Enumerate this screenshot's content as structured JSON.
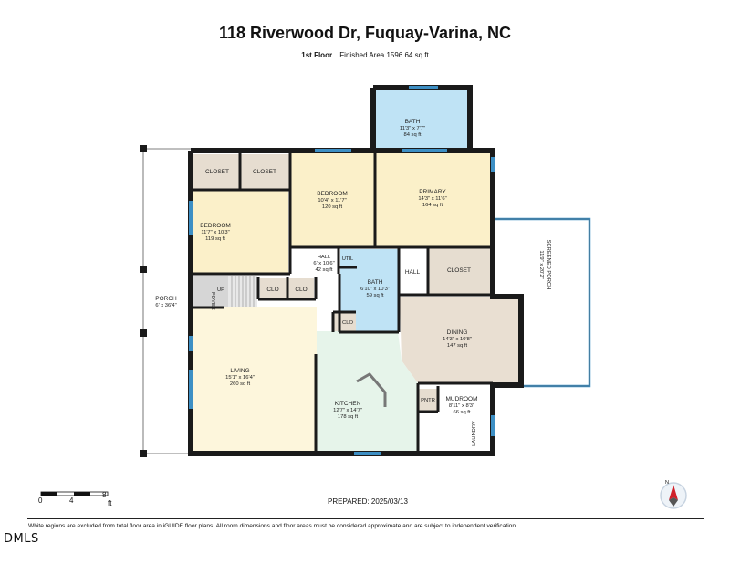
{
  "header": {
    "title": "118 Riverwood Dr, Fuquay-Varina, NC",
    "floor": "1st Floor",
    "finished_area": "Finished Area 1596.64 sq ft"
  },
  "rooms": {
    "bath_top": {
      "name": "BATH",
      "dims": "11'3\" x 7'7\"",
      "area": "84 sq ft"
    },
    "closet1": {
      "name": "CLOSET"
    },
    "closet2": {
      "name": "CLOSET"
    },
    "bedroom2": {
      "name": "BEDROOM",
      "dims": "10'4\" x 11'7\"",
      "area": "120 sq ft"
    },
    "primary": {
      "name": "PRIMARY",
      "dims": "14'3\" x 11'6\"",
      "area": "164 sq ft"
    },
    "bedroom1": {
      "name": "BEDROOM",
      "dims": "11'7\" x 10'3\"",
      "area": "119 sq ft"
    },
    "hall1": {
      "name": "HALL",
      "dims": "6' x 10'6\"",
      "area": "42 sq ft"
    },
    "util": {
      "name": "UTIL"
    },
    "bath_mid": {
      "name": "BATH",
      "dims": "6'10\" x 10'3\"",
      "area": "59 sq ft"
    },
    "hall2": {
      "name": "HALL"
    },
    "closet3": {
      "name": "CLOSET"
    },
    "screened_porch": {
      "name": "SCREENED PORCH",
      "dims": "11'9\" x 20'2\""
    },
    "porch": {
      "name": "PORCH",
      "dims": "6' x 36'4\""
    },
    "foyer": {
      "name": "FOYER"
    },
    "up": {
      "name": "UP"
    },
    "clo1": {
      "name": "CLO"
    },
    "clo2": {
      "name": "CLO"
    },
    "clo3": {
      "name": "CLO"
    },
    "dining": {
      "name": "DINING",
      "dims": "14'3\" x 10'8\"",
      "area": "147 sq ft"
    },
    "living": {
      "name": "LIVING",
      "dims": "15'1\" x 16'4\"",
      "area": "260 sq ft"
    },
    "kitchen": {
      "name": "KITCHEN",
      "dims": "12'7\" x 14'7\"",
      "area": "178 sq ft"
    },
    "pntr": {
      "name": "PNTR"
    },
    "mudroom": {
      "name": "MUDROOM",
      "dims": "8'11\" x 8'3\"",
      "area": "66 sq ft"
    },
    "laundry": {
      "name": "LAUNDRY"
    }
  },
  "scale": {
    "ticks": [
      "0",
      "4",
      "8"
    ],
    "unit": "ft"
  },
  "compass": {
    "label": "N"
  },
  "prepared": "PREPARED: 2025/03/13",
  "disclaimer": "White regions are excluded from total floor area in iGUIDE floor plans. All room dimensions and floor areas must be considered approximate and are subject to independent verification.",
  "watermark": "DMLS",
  "colors": {
    "bedroom": "#fbf0c9",
    "bath": "#bfe3f5",
    "closet": "#e6ddd0",
    "living": "#fdf6dc",
    "kitchen": "#e6f4ea",
    "dining": "#e9dfd2",
    "stair": "#d6d6d6",
    "wall": "#1a1a1a",
    "window": "#3d8fc4"
  }
}
